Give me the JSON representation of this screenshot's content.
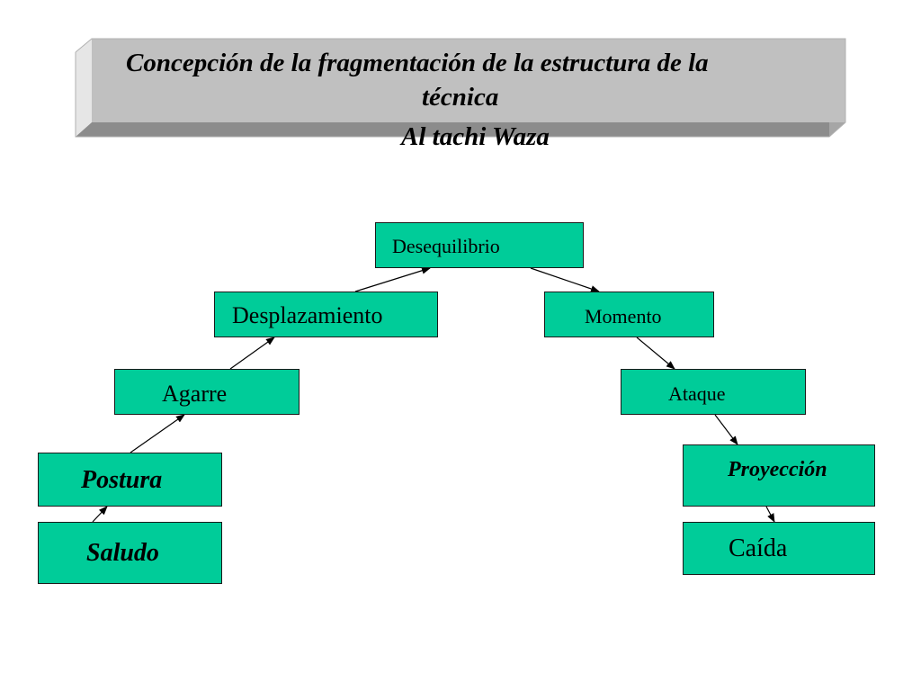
{
  "title": {
    "line1": "Concepción de la fragmentación de la estructura de la",
    "line2": "técnica",
    "line3": "Al tachi Waza"
  },
  "nodes": {
    "desequilibrio": "Desequilibrio",
    "desplazamiento": "Desplazamiento",
    "momento": "Momento",
    "agarre": "Agarre",
    "ataque": "Ataque",
    "postura": "Postura",
    "proyeccion": "Proyección",
    "saludo": "Saludo",
    "caida": "Caída"
  },
  "colors": {
    "node_fill": "#00cc99",
    "banner_face": "#c0c0c0",
    "banner_light": "#e6e6e6",
    "banner_dark": "#8c8c8c"
  }
}
